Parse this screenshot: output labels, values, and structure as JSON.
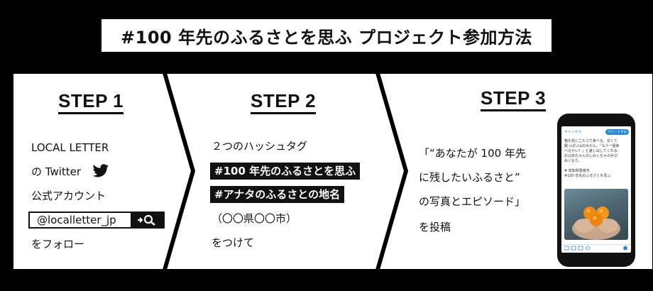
{
  "title": "#100 年先のふるさとを思ふ プロジェクト参加方法",
  "steps": [
    {
      "label": "STEP 1",
      "lines": [
        "LOCAL LETTER",
        "の Twitter",
        "公式アカウント"
      ],
      "search_value": "@localletter_jp",
      "after": "をフォロー",
      "icons": [
        "twitter-bird-icon",
        "search-icon"
      ]
    },
    {
      "label": "STEP 2",
      "intro": "２つのハッシュタグ",
      "tags": [
        "#100 年先のふるさとを思ふ",
        "#アナタのふるさとの地名"
      ],
      "note": "（〇〇県〇〇市）",
      "after": "をつけて"
    },
    {
      "label": "STEP 3",
      "lines": [
        "「“あなたが 100 年先",
        "に残したいふるさと”",
        "の写真とエピソード」",
        "を投稿"
      ]
    }
  ],
  "phone": {
    "cancel": "キャンセル",
    "tweet_button": "ツイートする",
    "tweet_lines": [
      "箱を炬にこたつで食べる、甘くて",
      "酸っぱい山のみかん。「もう一個食",
      "べるかい？」と差し出してくれる、",
      "おばあちゃんのしわくちゃの手の",
      "ぬくもり。"
    ],
    "hashtags": [
      "# 高知県香南市",
      "#100 年先のふるさとを思ふ"
    ]
  },
  "colors": {
    "background": "#000000",
    "panel": "#ffffff",
    "tag_bg": "#111111",
    "twitter_blue": "#2a8bd4"
  }
}
